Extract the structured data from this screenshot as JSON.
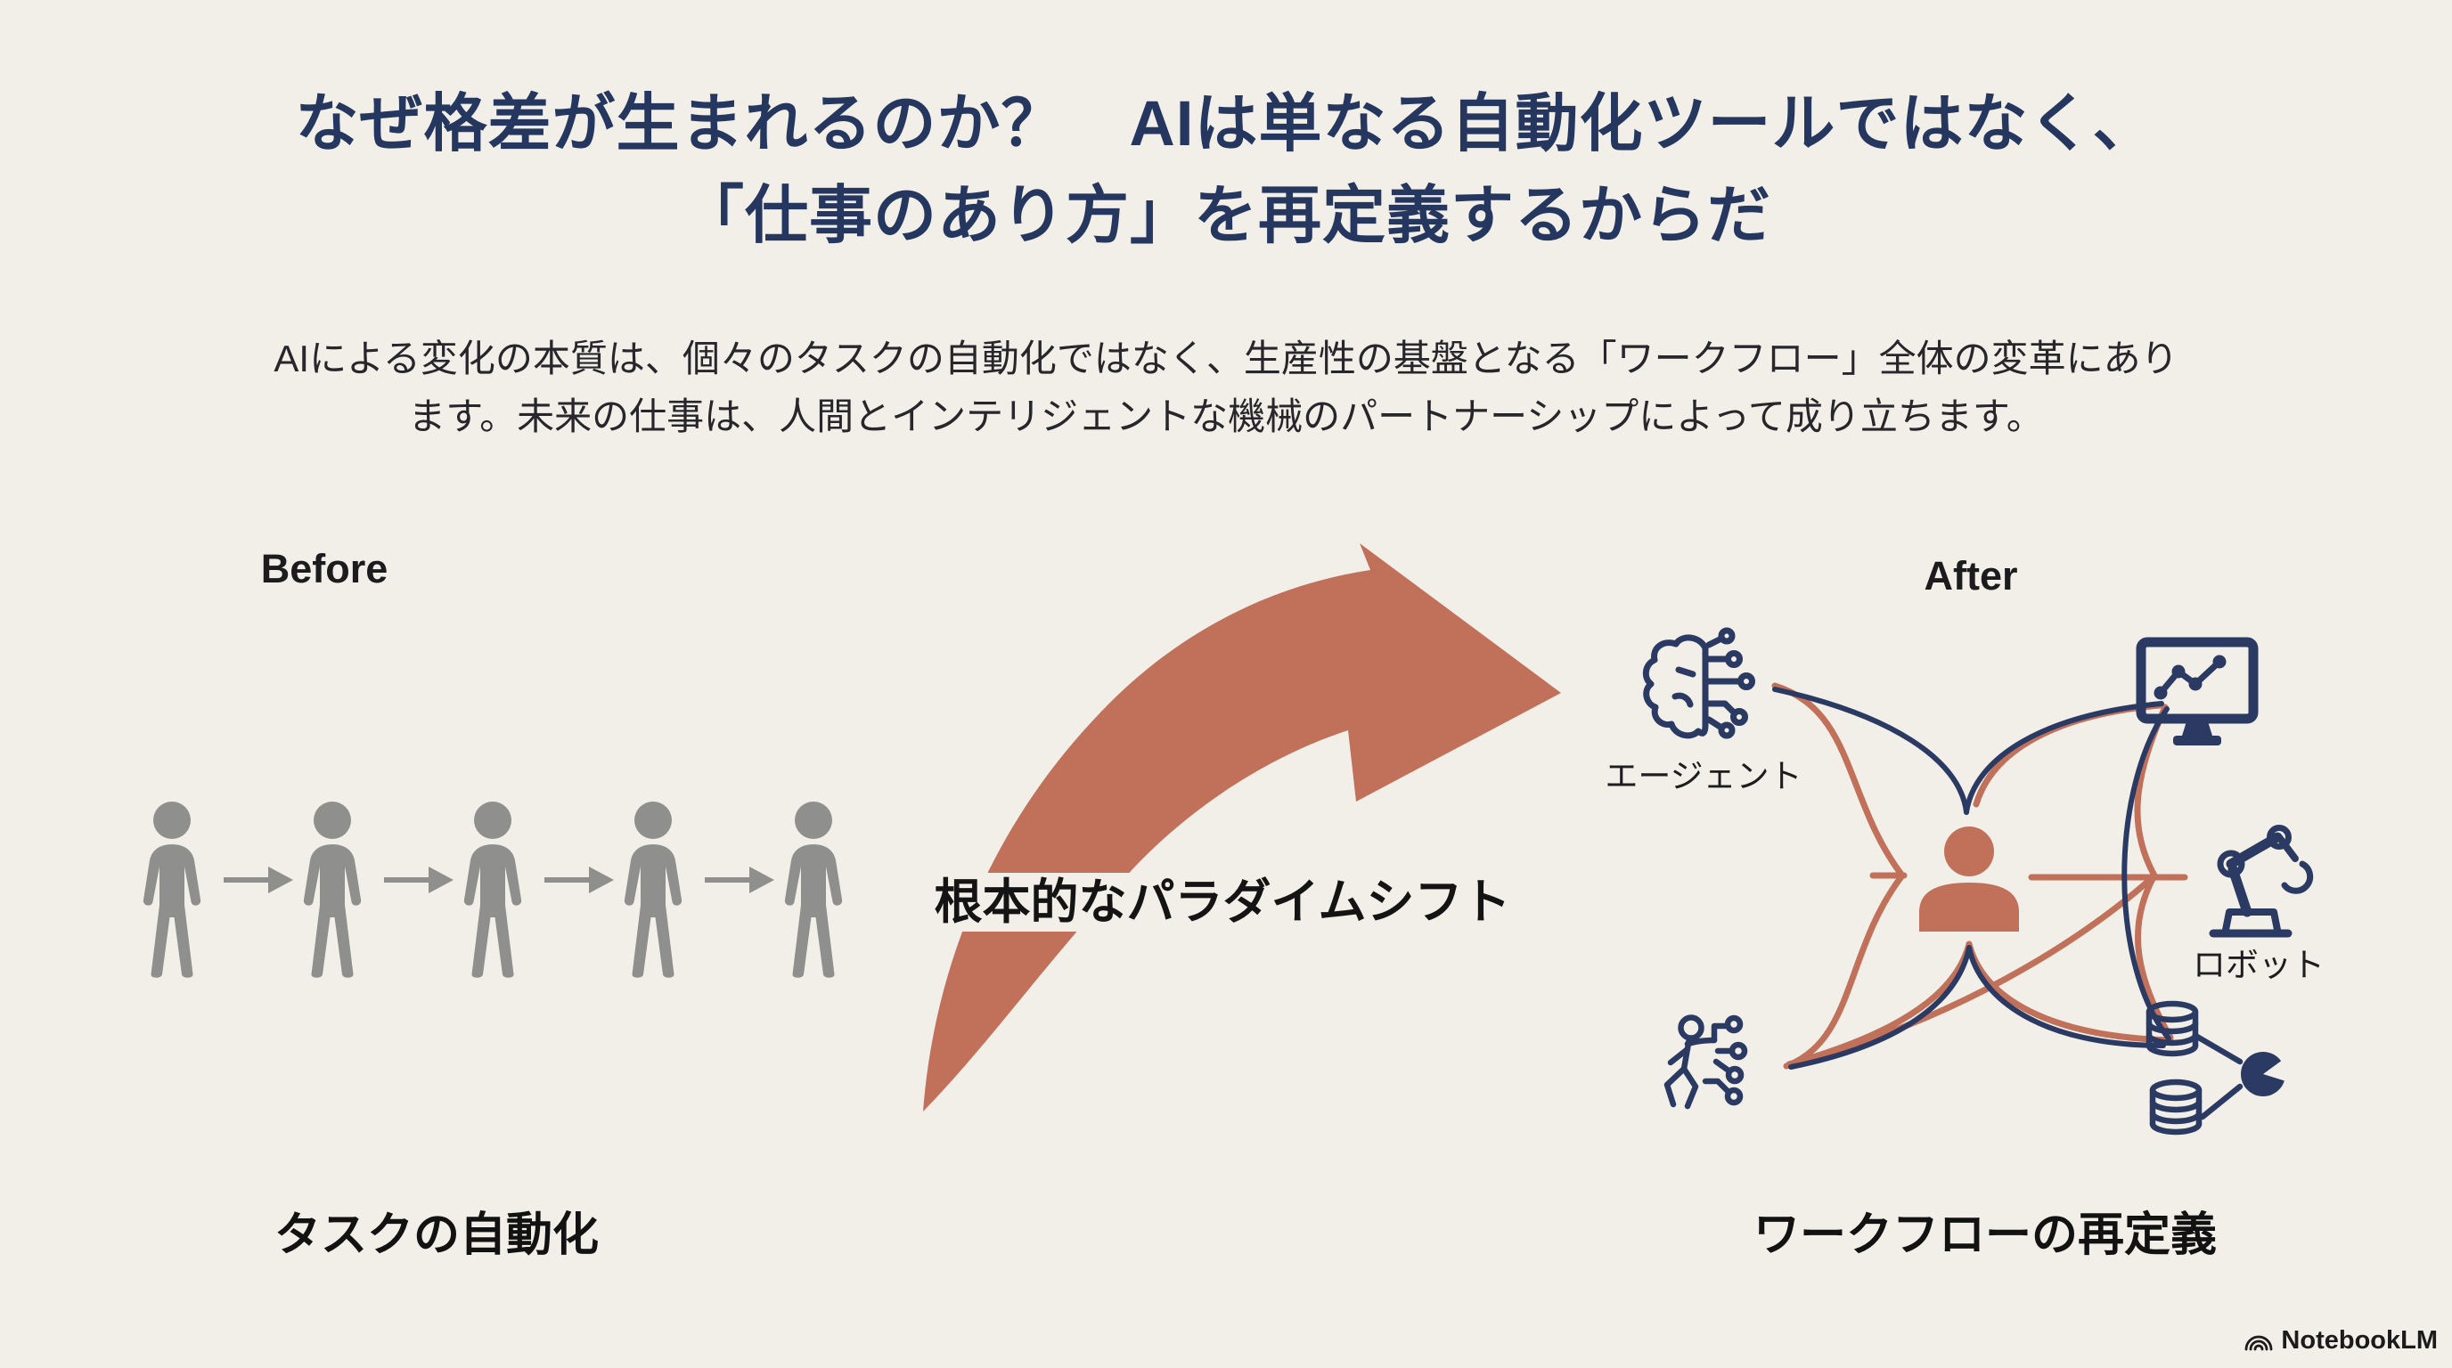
{
  "slide": {
    "background": "#f2efe8",
    "accent_terracotta": "#c1705a",
    "accent_navy": "#2b3a63",
    "figure_gray": "#8f8f8d"
  },
  "title": {
    "line1": "なぜ格差が生まれるのか？　AIは単なる自動化ツールではなく、",
    "line2": "「仕事のあり方」を再定義するからだ",
    "color": "#26375f"
  },
  "subtitle": {
    "line1": "AIによる変化の本質は、個々のタスクの自動化ではなく、生産性の基盤となる「ワークフロー」全体の変革にあり",
    "line2": "ます。未来の仕事は、人間とインテリジェントな機械のパートナーシップによって成り立ちます。"
  },
  "before": {
    "label": "Before",
    "caption": "タスクの自動化",
    "figure_count": 5,
    "figure_icon": "person-silhouette-icon"
  },
  "transition": {
    "label": "根本的なパラダイムシフト",
    "arrow_icon": "curved-swoosh-arrow"
  },
  "after": {
    "label": "After",
    "caption": "ワークフローの再定義",
    "center_icon": "person-icon",
    "nodes": [
      {
        "id": "agent",
        "label": "エージェント",
        "icon": "brain-circuit-icon"
      },
      {
        "id": "analytics",
        "icon": "monitor-chart-icon"
      },
      {
        "id": "robot",
        "label": "ロボット",
        "icon": "robot-arm-icon"
      },
      {
        "id": "augmented-human",
        "icon": "person-circuit-icon"
      },
      {
        "id": "data",
        "icon": "database-network-icon"
      }
    ]
  },
  "footer": {
    "brand": "NotebookLM"
  }
}
